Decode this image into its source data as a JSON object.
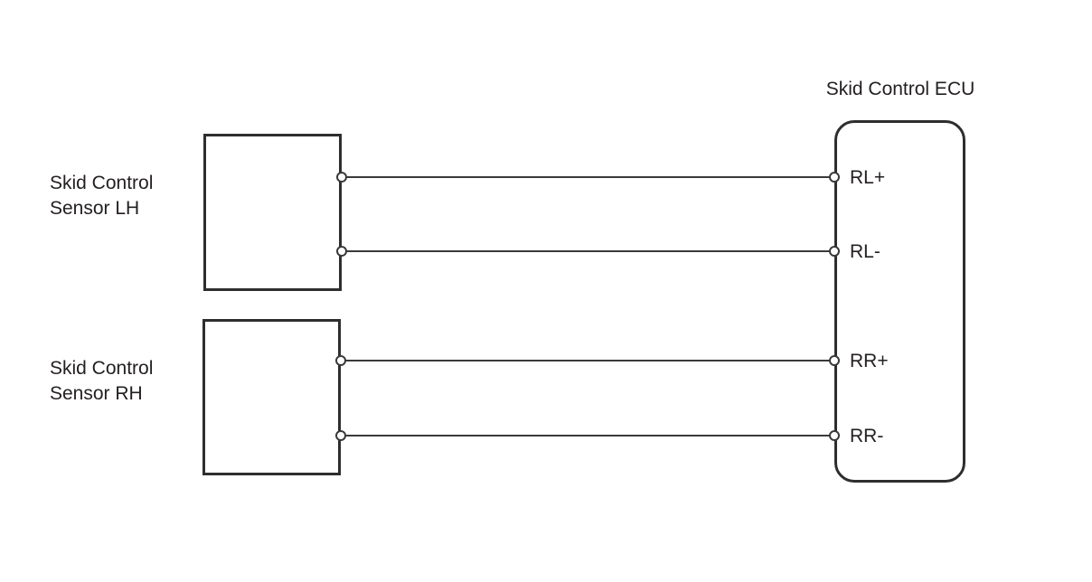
{
  "diagram": {
    "type": "wiring-diagram",
    "background_color": "#ffffff",
    "line_color": "#3a3a3a",
    "text_color": "#231f20",
    "ecu": {
      "title": "Skid Control ECU",
      "pins": [
        "RL+",
        "RL-",
        "RR+",
        "RR-"
      ]
    },
    "sensors": [
      {
        "name": "Skid Control Sensor LH",
        "label_line1": "Skid Control",
        "label_line2": "Sensor LH"
      },
      {
        "name": "Skid Control Sensor RH",
        "label_line1": "Skid Control",
        "label_line2": "Sensor RH"
      }
    ],
    "connections": [
      {
        "from": "Skid Control Sensor LH",
        "to_pin": "RL+"
      },
      {
        "from": "Skid Control Sensor LH",
        "to_pin": "RL-"
      },
      {
        "from": "Skid Control Sensor RH",
        "to_pin": "RR+"
      },
      {
        "from": "Skid Control Sensor RH",
        "to_pin": "RR-"
      }
    ]
  }
}
